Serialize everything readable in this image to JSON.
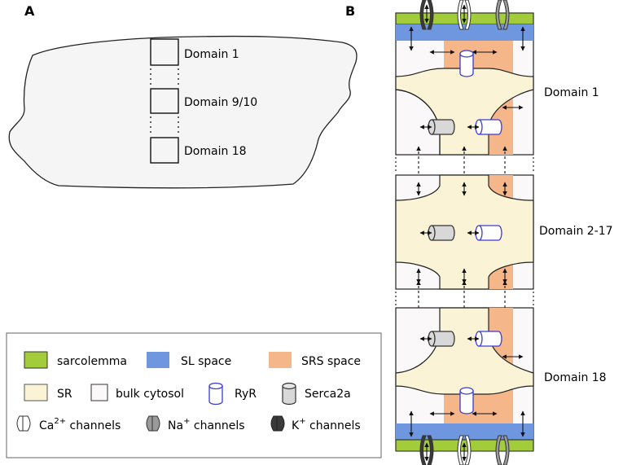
{
  "panels": {
    "a_label": "A",
    "b_label": "B"
  },
  "panel_a": {
    "domain_1": "Domain 1",
    "domain_mid": "Domain 9/10",
    "domain_last": "Domain 18"
  },
  "panel_b": {
    "domain_top": "Domain 1",
    "domain_middle": "Domain 2-17",
    "domain_bottom": "Domain 18"
  },
  "legend": {
    "sarcolemma": "sarcolemma",
    "sl_space": "SL space",
    "srs_space": "SRS space",
    "sr": "SR",
    "bulk_cytosol": "bulk cytosol",
    "ryr": "RyR",
    "serca2a": "Serca2a",
    "ca_channels": "Ca channels",
    "ca_sup": "2+",
    "na_channels": "Na channels",
    "na_sup": "+",
    "k_channels": "K channels",
    "k_sup": "+"
  },
  "colors": {
    "sarcolemma": "#a3cc3a",
    "sl_space": "#6f97e0",
    "srs_space": "#f5b68a",
    "sr": "#fbf3d6",
    "bulk_cytosol": "#faf8f8",
    "ryr": "#3b3bd0",
    "serca2a": "#d8d8d8",
    "k_channel": "#3a3a3a",
    "na_channel": "#9a9a9a"
  }
}
